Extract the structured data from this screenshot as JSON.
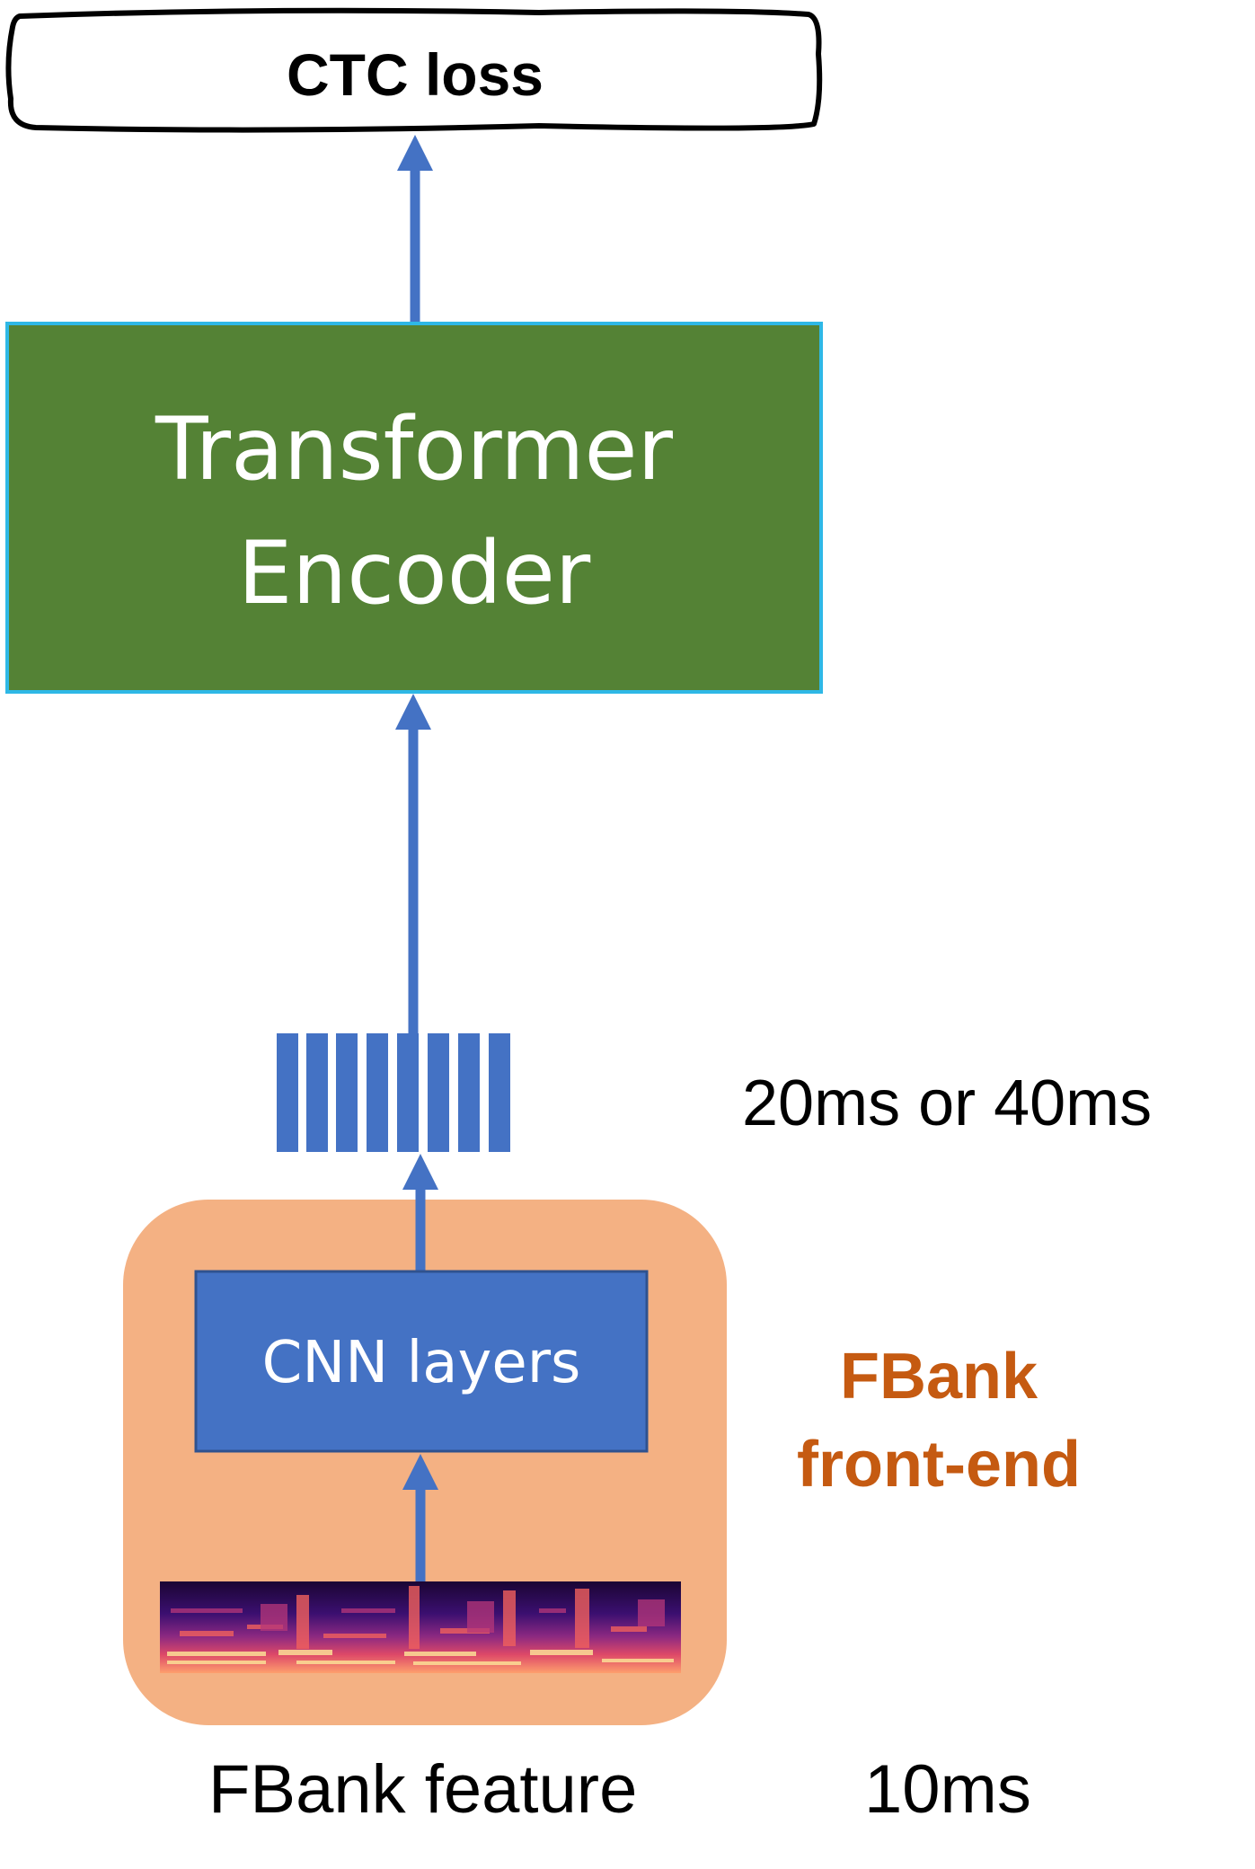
{
  "nodes": {
    "ctc_loss": "CTC loss",
    "transformer_line1": "Transformer",
    "transformer_line2": "Encoder",
    "cnn_layers": "CNN layers"
  },
  "annotations": {
    "frame_rate_out": "20ms or 40ms",
    "frontend_line1": "FBank",
    "frontend_line2": "front-end",
    "input_label": "FBank feature",
    "frame_rate_in": "10ms"
  },
  "colors": {
    "arrow": "#4472c4",
    "transformer_fill": "#548235",
    "transformer_border": "#2eb8e6",
    "frontend_fill": "#f4b183",
    "cnn_fill": "#4472c4",
    "frontend_text": "#c55a11"
  }
}
